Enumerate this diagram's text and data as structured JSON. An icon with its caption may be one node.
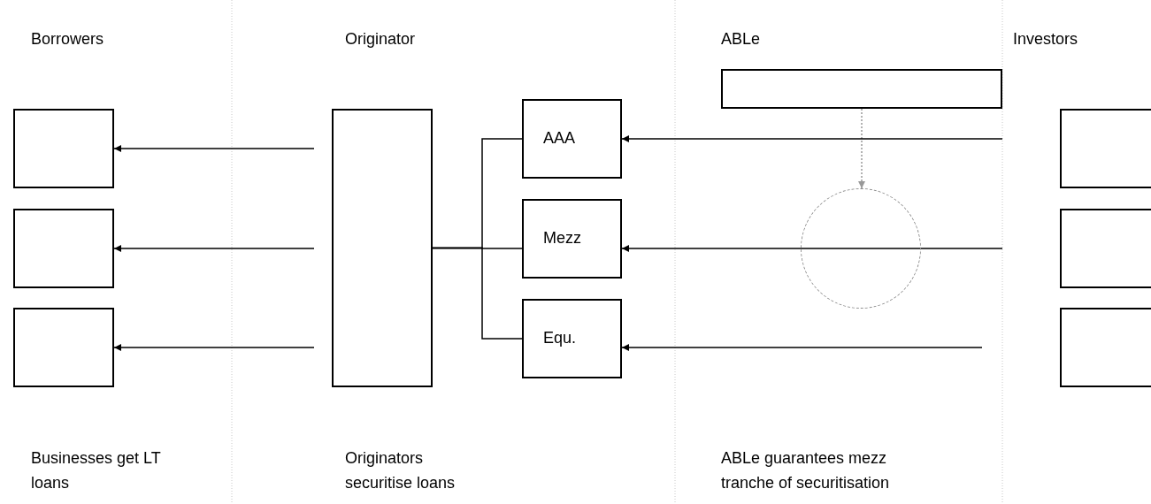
{
  "diagram": {
    "nodes": [
      {
        "text": [],
        "shape": "box"
      },
      {
        "text": [],
        "shape": "box"
      },
      {
        "text": [],
        "shape": "box"
      },
      {
        "text": [],
        "shape": "box"
      },
      {
        "text": [
          "AAA"
        ]
      },
      {
        "text": [
          "Mezz"
        ]
      },
      {
        "text": [
          "Equ."
        ]
      },
      {
        "text": [],
        "shape": "box"
      },
      {
        "text": [],
        "shape": "circle"
      },
      {
        "text": [],
        "shape": "box"
      },
      {
        "text": [],
        "shape": "box"
      },
      {
        "text": [],
        "shape": "box"
      }
    ],
    "edges": [
      {
        "from": null,
        "to": 0,
        "arrow": "to"
      },
      {
        "from": null,
        "to": 1,
        "arrow": "to"
      },
      {
        "from": null,
        "to": 2,
        "arrow": "to"
      },
      {
        "from": 3,
        "to": 4,
        "arrow": "none"
      },
      {
        "from": 3,
        "to": 5,
        "arrow": "none"
      },
      {
        "from": 3,
        "to": 6,
        "arrow": "none"
      },
      {
        "from": 7,
        "to": 8,
        "arrow": "to",
        "style": "dashed",
        "color": "#999999"
      },
      {
        "from": null,
        "to": 4,
        "arrow": "to"
      },
      {
        "from": null,
        "to": 5,
        "arrow": "to"
      },
      {
        "from": null,
        "to": 6,
        "arrow": "to"
      }
    ],
    "labels": [
      "Borrowers",
      "Originator",
      "ABLe",
      "Investors",
      "Businesses get LT loans",
      "Originators securitise loans",
      "ABLe guarantees mezz tranche of securitisation"
    ]
  }
}
